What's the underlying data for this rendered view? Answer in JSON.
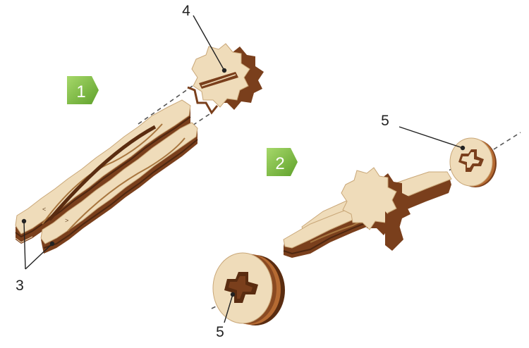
{
  "steps": [
    {
      "number": "1",
      "color": "#7dbb42"
    },
    {
      "number": "2",
      "color": "#7dbb42"
    }
  ],
  "callouts": {
    "gear": "4",
    "sticks": "3",
    "wheel_small": "5",
    "wheel_large": "5"
  },
  "colors": {
    "wood_face": "#efdcba",
    "wood_edge": "#7a3f1c",
    "wood_dark": "#4e2710",
    "wood_mid": "#b56a32",
    "axis_line": "#555555"
  }
}
